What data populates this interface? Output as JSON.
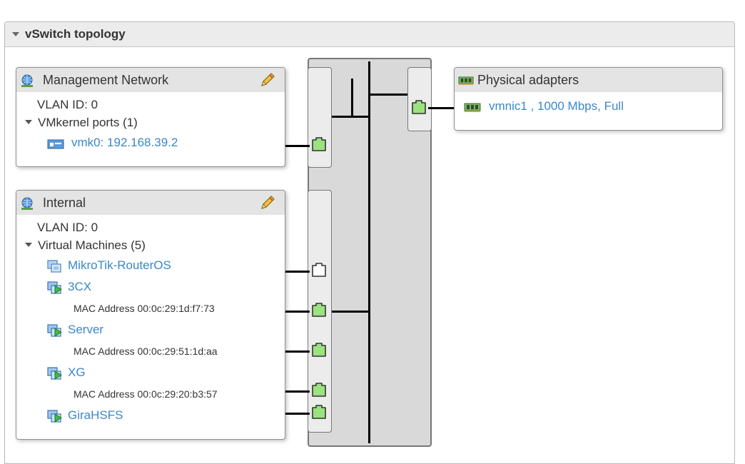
{
  "panel": {
    "title": "vSwitch topology"
  },
  "mgmt": {
    "title": "Management Network",
    "vlan": "VLAN ID: 0",
    "ports_label": "VMkernel ports (1)",
    "vmk": "vmk0: 192.168.39.2"
  },
  "internal": {
    "title": "Internal",
    "vlan": "VLAN ID: 0",
    "vms_label": "Virtual Machines (5)",
    "vms": [
      {
        "name": "MikroTik-RouterOS",
        "mac": ""
      },
      {
        "name": "3CX",
        "mac": "MAC Address 00:0c:29:1d:f7:73"
      },
      {
        "name": "Server",
        "mac": "MAC Address 00:0c:29:51:1d:aa"
      },
      {
        "name": "XG",
        "mac": "MAC Address 00:0c:29:20:b3:57"
      },
      {
        "name": "GiraHSFS",
        "mac": ""
      }
    ]
  },
  "physical": {
    "title": "Physical adapters",
    "nic": "vmnic1 , 1000 Mbps, Full"
  },
  "colors": {
    "link": "#3a87c8",
    "port_active": "#9be37f",
    "port_inactive": "#ffffff",
    "header_bg": "#e4e4e4"
  }
}
